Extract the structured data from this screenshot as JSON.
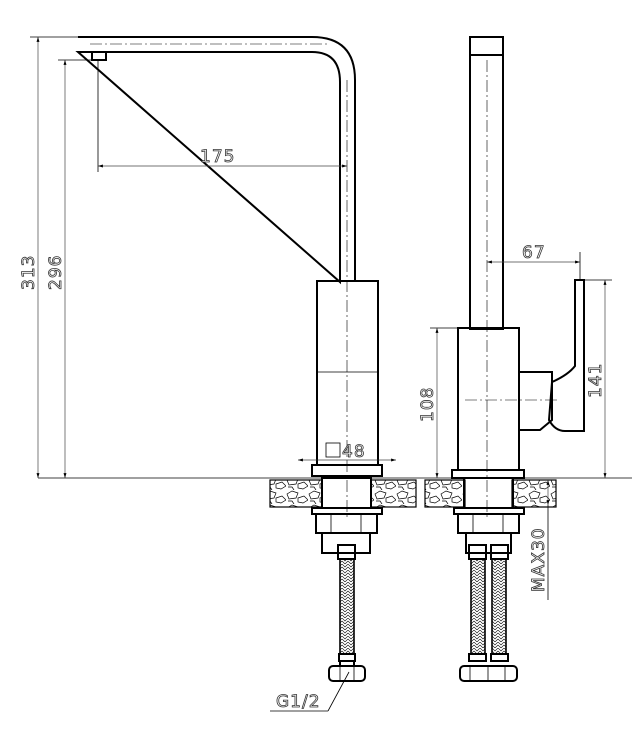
{
  "dimensions": {
    "total_height": "313",
    "spout_height": "296",
    "spout_reach": "175",
    "body_square": "48",
    "handle_offset": "67",
    "body_height": "108",
    "handle_height": "141",
    "max_counter_thickness": "MAX30",
    "thread": "G1/2"
  },
  "colors": {
    "line": "#000000",
    "background": "#ffffff"
  }
}
